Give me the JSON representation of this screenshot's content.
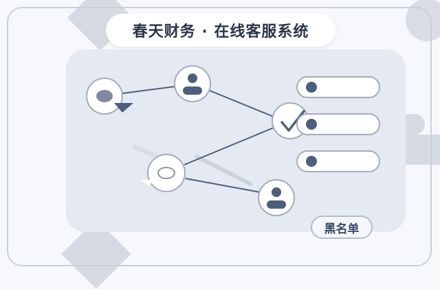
{
  "header": {
    "title": "春天财务 · 在线客服系统"
  },
  "actions": {
    "blacklist_label": "黑名单"
  },
  "graph": {
    "nodes": [
      {
        "id": "chat-bubble",
        "icon": "chat-bubble-icon"
      },
      {
        "id": "user-top",
        "icon": "user-icon"
      },
      {
        "id": "check",
        "icon": "check-icon"
      },
      {
        "id": "chat-outline",
        "icon": "chat-outline-icon"
      },
      {
        "id": "user-bottom",
        "icon": "user-icon"
      }
    ]
  },
  "list": {
    "items": [
      {
        "icon": "dot-icon"
      },
      {
        "icon": "dot-icon"
      },
      {
        "icon": "dot-icon"
      }
    ]
  },
  "colors": {
    "background": "#f6f8fc",
    "panel": "#e4e9f2",
    "accent": "#4d5f7e",
    "title_text": "#2b3647"
  }
}
